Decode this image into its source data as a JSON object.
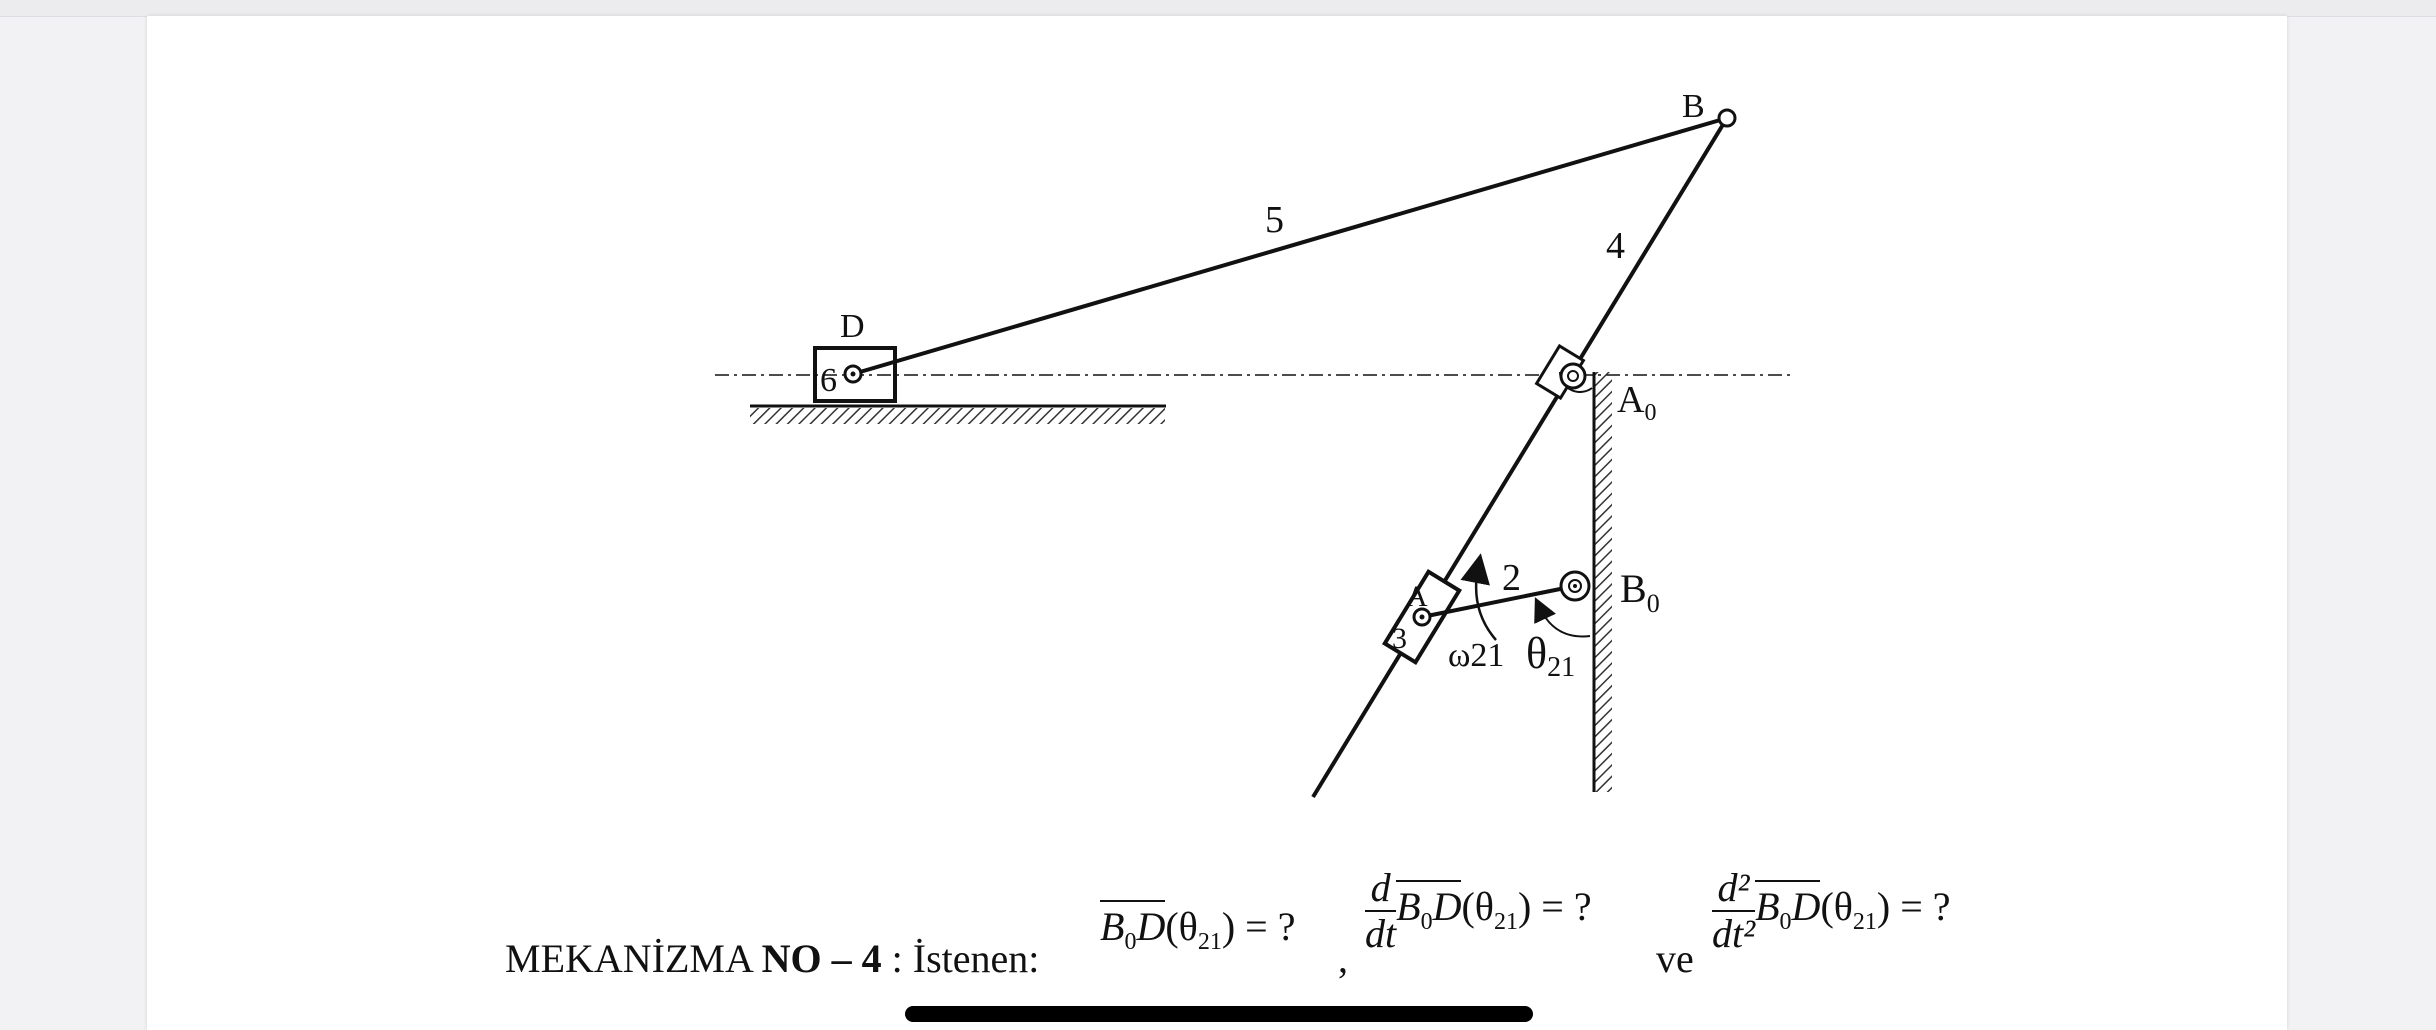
{
  "labels": {
    "B": "B",
    "D": "D",
    "A": "A",
    "A0": "A",
    "A0_sub": "0",
    "B0": "B",
    "B0_sub": "0",
    "link_2": "2",
    "link_3": "3",
    "link_4": "4",
    "link_5": "5",
    "link_6": "6",
    "omega": "ω21",
    "theta": "θ",
    "theta_sub": "21"
  },
  "caption": {
    "prefix": "MEKANİZMA ",
    "bold": "NO – 4",
    "suffix": " : İstenen:"
  },
  "formulas": {
    "f1_main": "B",
    "f1_sub": "0",
    "f1_D": "D",
    "f1_arg": "(θ",
    "f1_arg_sub": "21",
    "f1_tail": ") = ?",
    "comma": ",",
    "f2_num": "d",
    "f2_den": "dt",
    "f2_main": "B",
    "f2_sub": "0",
    "f2_D": "D",
    "f2_arg": "(θ",
    "f2_arg_sub": "21",
    "f2_tail": ") = ?",
    "ve": "ve",
    "f3_num": "d²",
    "f3_den": "dt²",
    "f3_main": "B",
    "f3_sub": "0",
    "f3_D": "D",
    "f3_arg": "(θ",
    "f3_arg_sub": "21",
    "f3_tail": ") = ?"
  },
  "colors": {
    "ink": "#111111",
    "page": "#ffffff",
    "background": "#f2f2f4"
  }
}
